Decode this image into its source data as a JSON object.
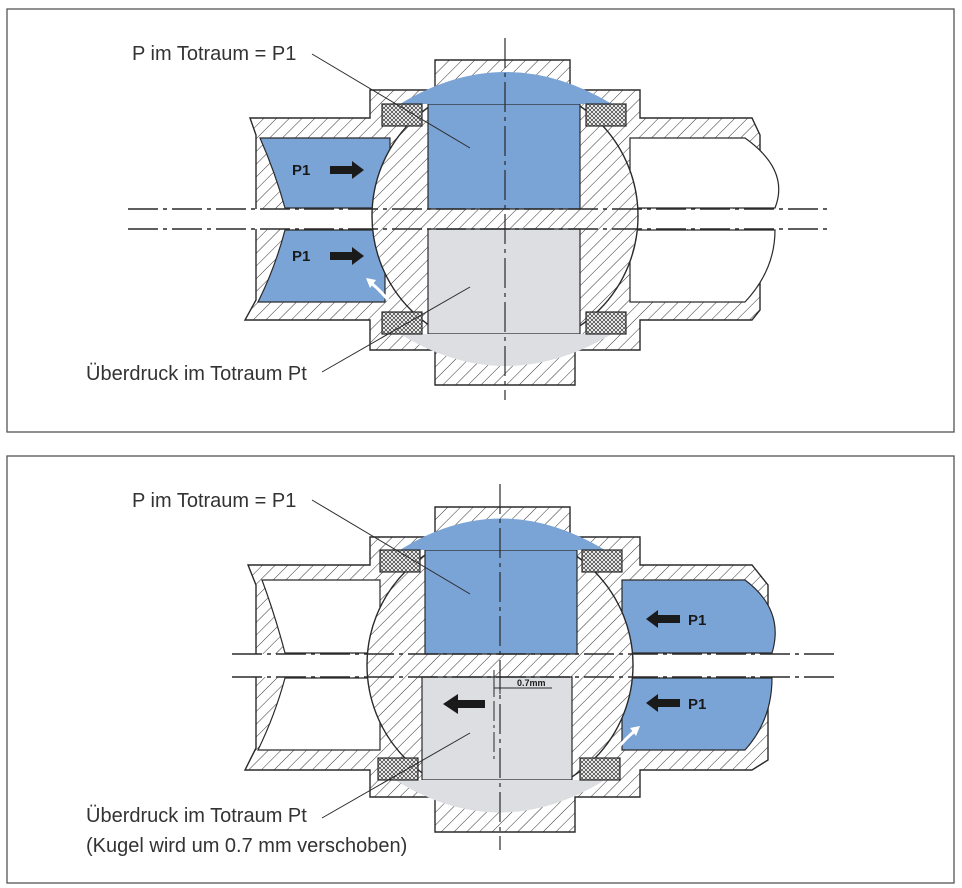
{
  "colors": {
    "fluid": "#7ba4d6",
    "grey": "#dcdee1",
    "line": "#2a2a2a",
    "frame": "#555555"
  },
  "panels": [
    {
      "label_top": "P im Totraum = P1",
      "label_bottom": "Überdruck im Totraum Pt",
      "label_bottom2": "",
      "p1_upper": "P1",
      "p1_lower": "P1",
      "flow_direction": "right"
    },
    {
      "label_top": "P im Totraum = P1",
      "label_bottom": "Überdruck im Totraum Pt",
      "label_bottom2": "(Kugel wird um 0.7 mm verschoben)",
      "p1_upper": "P1",
      "p1_lower": "P1",
      "flow_direction": "left",
      "dim_label": "0.7mm"
    }
  ]
}
